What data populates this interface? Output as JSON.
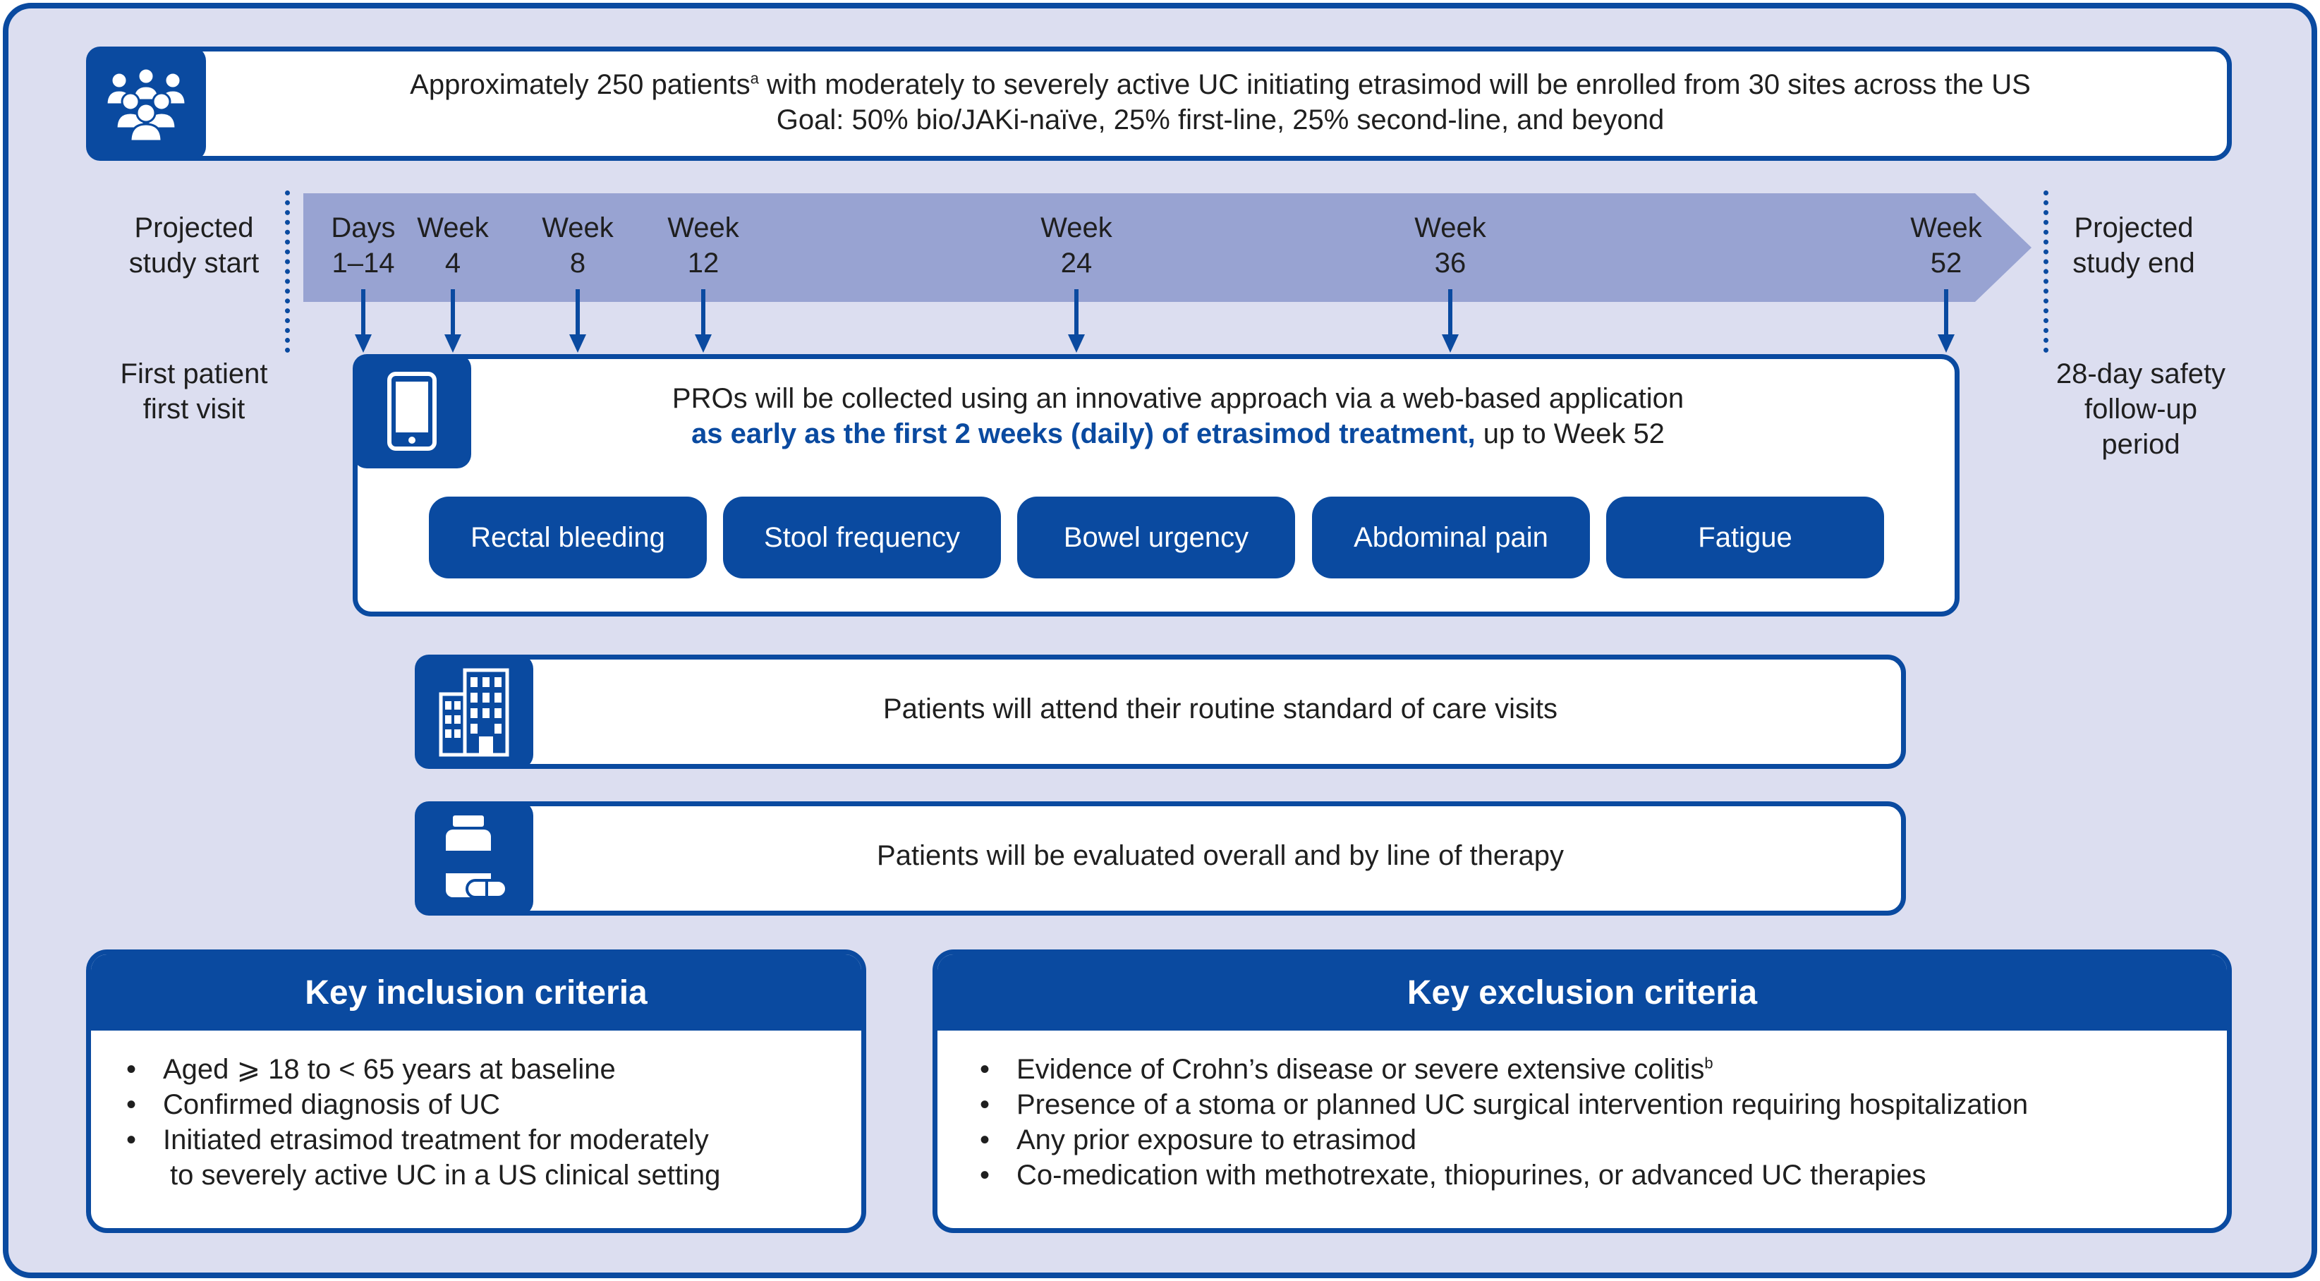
{
  "enrollment": {
    "line1_pre": "Approximately 250 patients",
    "line1_sup": "a",
    "line1_post": " with moderately to severely active UC initiating etrasimod will be enrolled from 30 sites across the US",
    "line2": "Goal: 50% bio/JAKi-naïve, 25% first-line, 25% second-line, and beyond",
    "icon": "people-group-icon"
  },
  "timeline": {
    "start_label": [
      "Projected",
      "study start"
    ],
    "first_visit_label": [
      "First patient",
      "first visit"
    ],
    "end_label": [
      "Projected",
      "study end"
    ],
    "safety_label": [
      "28-day safety",
      "follow-up",
      "period"
    ],
    "timepoints": [
      {
        "line1": "Days",
        "line2": "1–14"
      },
      {
        "line1": "Week",
        "line2": "4"
      },
      {
        "line1": "Week",
        "line2": "8"
      },
      {
        "line1": "Week",
        "line2": "12"
      },
      {
        "line1": "Week",
        "line2": "24"
      },
      {
        "line1": "Week",
        "line2": "36"
      },
      {
        "line1": "Week",
        "line2": "52"
      }
    ]
  },
  "pros": {
    "line1": "PROs will be collected using an innovative approach via a web-based application",
    "line2_bold": "as early as the first 2 weeks (daily) of etrasimod treatment,",
    "line2_rest": " up to Week 52",
    "icon": "smartphone-icon",
    "measures": [
      "Rectal bleeding",
      "Stool frequency",
      "Bowel urgency",
      "Abdominal pain",
      "Fatigue"
    ]
  },
  "visits": {
    "text": "Patients will attend their routine standard of care visits",
    "icon": "hospital-building-icon"
  },
  "evaluation": {
    "text": "Patients will be evaluated overall and by line of therapy",
    "icon": "medication-bottle-icon"
  },
  "inclusion": {
    "title": "Key inclusion criteria",
    "items": [
      "Aged ⩾ 18 to < 65 years at baseline",
      "Confirmed diagnosis of UC",
      "Initiated etrasimod treatment for moderately"
    ],
    "item3_cont": "to severely active UC in a US clinical setting"
  },
  "exclusion": {
    "title": "Key exclusion criteria",
    "item1_pre": "Evidence of Crohn’s disease or severe extensive colitis",
    "item1_sup": "b",
    "items_rest": [
      "Presence of a stoma or planned UC surgical intervention requiring hospitalization",
      "Any prior exposure to etrasimod",
      "Co-medication with methotrexate, thiopurines, or advanced UC therapies"
    ]
  },
  "colors": {
    "primary_blue": "#0a4aa0",
    "background_lavender": "#dcdef0",
    "timeline_arrow": "#98a3d2"
  }
}
